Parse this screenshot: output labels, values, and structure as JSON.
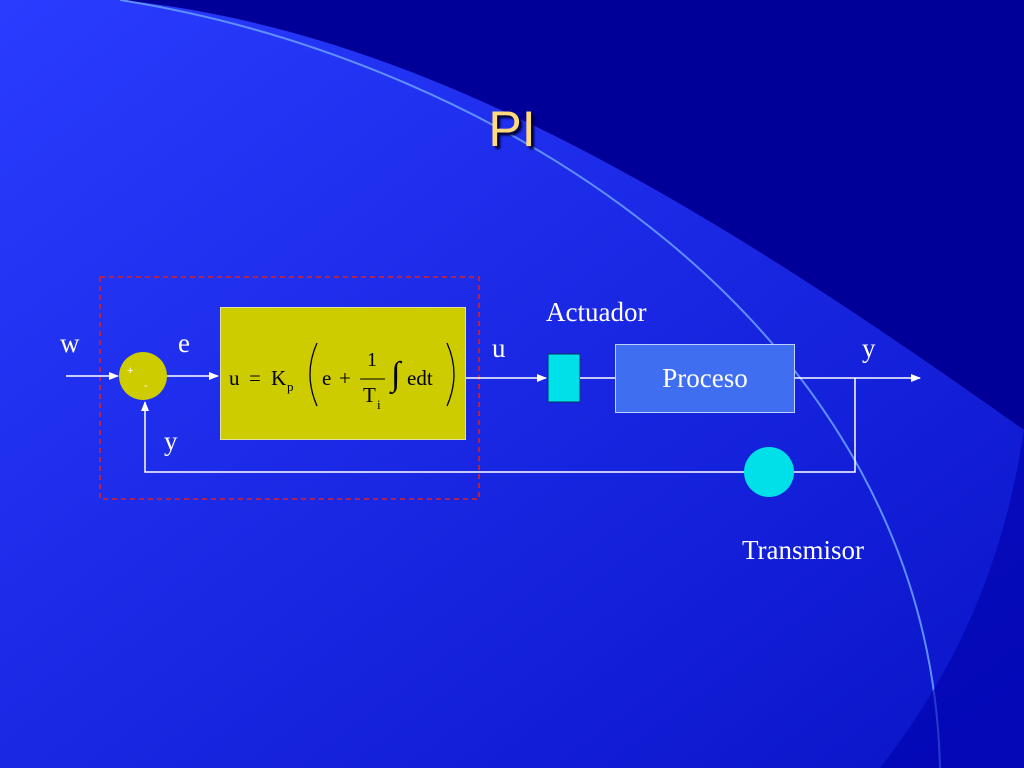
{
  "title": "PI",
  "colors": {
    "background_dark": "#0000aa",
    "background_light": "#1f2ff0",
    "arc_line": "#5f8fff",
    "title": "#ffd97a",
    "controller_fill": "#cccc00",
    "process_fill": "#3f6ef0",
    "actuator_fill": "#00e0e8",
    "transmitter_fill": "#00e0e8",
    "summing_fill": "#cccc00",
    "signal_line": "#ffffff",
    "dashed_border": "#e02020"
  },
  "diagram": {
    "signals": {
      "w": "w",
      "e": "e",
      "u": "u",
      "y_out": "y",
      "y_feedback": "y"
    },
    "summing_junction": {
      "plus": "+",
      "minus": "-"
    },
    "formula": {
      "u": "u",
      "eq": "=",
      "K": "K",
      "p": "p",
      "e": "e",
      "plus": "+",
      "num": "1",
      "T": "T",
      "i": "i",
      "integral": "∫",
      "edt": "edt"
    },
    "actuator_label": "Actuador",
    "process_label": "Proceso",
    "transmitter_label": "Transmisor"
  }
}
